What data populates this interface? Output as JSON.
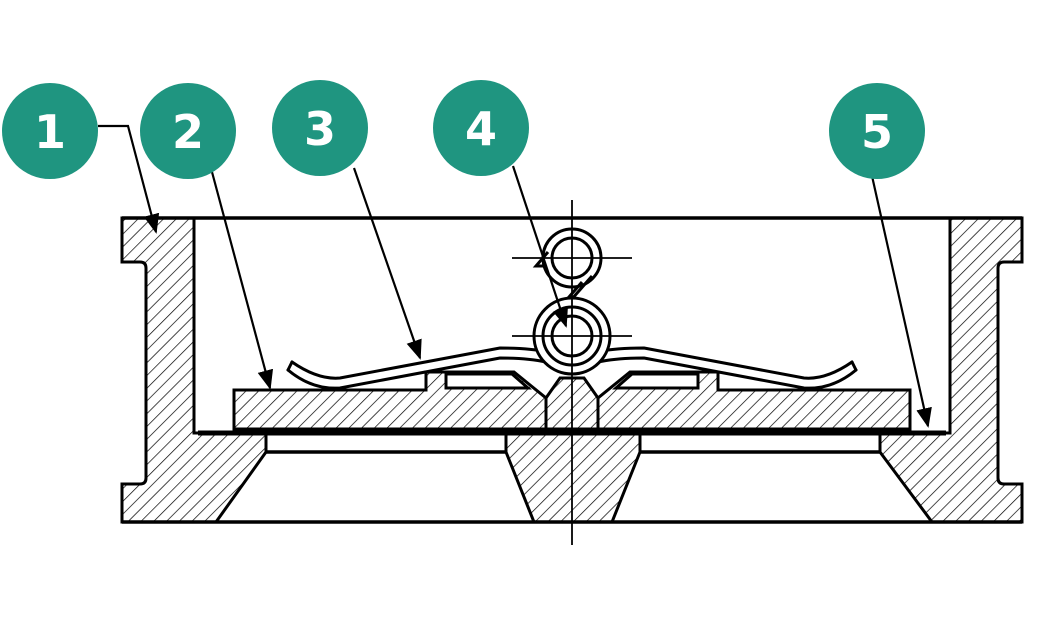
{
  "colors": {
    "badge": "#1f9580",
    "badge_text": "#ffffff",
    "line": "#000000",
    "background": "#ffffff"
  },
  "callouts": [
    {
      "label": "1",
      "part": "valve-body"
    },
    {
      "label": "2",
      "part": "disc-plate"
    },
    {
      "label": "3",
      "part": "spring"
    },
    {
      "label": "4",
      "part": "hinge-pin"
    },
    {
      "label": "5",
      "part": "seat-ring"
    }
  ]
}
